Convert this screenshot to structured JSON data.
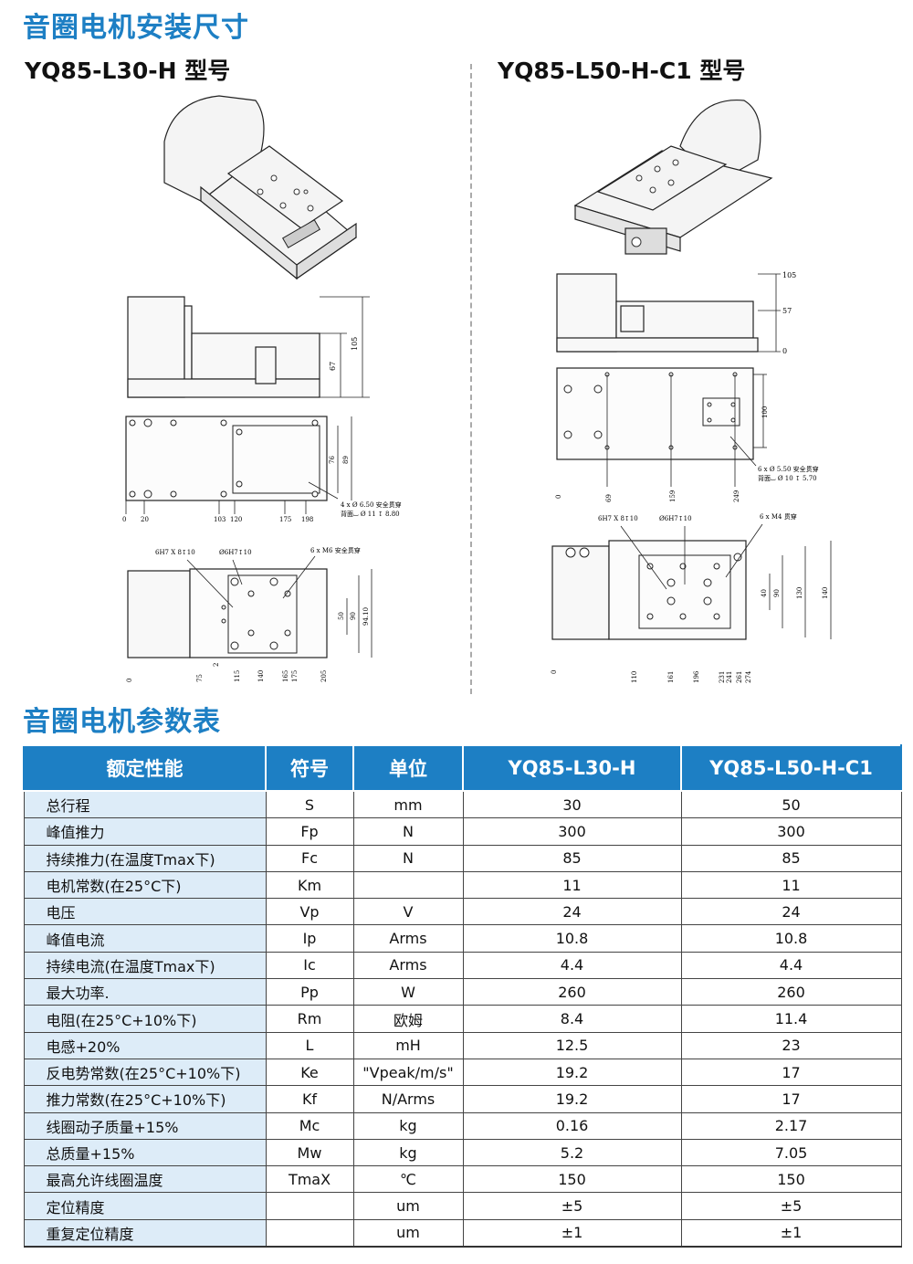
{
  "section_install": "音圈电机安装尺寸",
  "models": {
    "left_title": "YQ85-L30-H  型号",
    "right_title": "YQ85-L50-H-C1 型号"
  },
  "drawings_left": {
    "side_dims": [
      "105",
      "67"
    ],
    "top_dims": [
      "76",
      "89"
    ],
    "top_ticks": [
      "0",
      "20",
      "103",
      "120",
      "175",
      "198"
    ],
    "top_note1": "4 x Ø 6.50 安全贯穿",
    "top_note2": "背面⌴ Ø 11 ↧ 8.80",
    "bottom_note_a": "6H7 X 8↧10",
    "bottom_note_b": "Ø6H7↧10",
    "bottom_note_c": "6 x M6 安全贯穿",
    "bottom_dims": [
      "50",
      "90",
      "94.10"
    ],
    "bottom_ticks": [
      "0",
      "75",
      "2",
      "115",
      "140",
      "165",
      "175",
      "205"
    ]
  },
  "drawings_right": {
    "side_dims": [
      "105",
      "57",
      "0"
    ],
    "top_dims": [
      "100"
    ],
    "top_ticks": [
      "0",
      "69",
      "159",
      "249"
    ],
    "top_note1": "6 x Ø 5.50 安全贯穿",
    "top_note2": "背面⌴ Ø 10 ↧ 5.70",
    "bottom_note_a": "6H7 X 8↧10",
    "bottom_note_b": "Ø6H7↧10",
    "bottom_note_c": "6 x M4 贯穿",
    "bottom_dims": [
      "40",
      "90",
      "130",
      "140"
    ],
    "bottom_ticks": [
      "0",
      "110",
      "161",
      "196",
      "231",
      "241",
      "261",
      "274"
    ]
  },
  "section_params": "音圈电机参数表",
  "table": {
    "headers": [
      "额定性能",
      "符号",
      "单位",
      "YQ85-L30-H",
      "YQ85-L50-H-C1"
    ],
    "rows": [
      [
        "总行程",
        "S",
        "mm",
        "30",
        "50"
      ],
      [
        "峰值推力",
        "Fp",
        "N",
        "300",
        "300"
      ],
      [
        "持续推力(在温度Tmax下)",
        "Fc",
        "N",
        "85",
        "85"
      ],
      [
        "电机常数(在25°C下)",
        "Km",
        "",
        "11",
        "11"
      ],
      [
        "电压",
        "Vp",
        "V",
        "24",
        "24"
      ],
      [
        "峰值电流",
        "Ip",
        "Arms",
        "10.8",
        "10.8"
      ],
      [
        "持续电流(在温度Tmax下)",
        "Ic",
        "Arms",
        "4.4",
        "4.4"
      ],
      [
        "最大功率.",
        "Pp",
        "W",
        "260",
        "260"
      ],
      [
        "电阻(在25°C+10%下)",
        "Rm",
        "欧姆",
        "8.4",
        "11.4"
      ],
      [
        "电感+20%",
        "L",
        "mH",
        "12.5",
        "23"
      ],
      [
        "反电势常数(在25°C+10%下)",
        "Ke",
        "\"Vpeak/m/s\"",
        "19.2",
        "17"
      ],
      [
        "推力常数(在25°C+10%下)",
        "Kf",
        "N/Arms",
        "19.2",
        "17"
      ],
      [
        "线圈动子质量+15%",
        "Mc",
        "kg",
        "0.16",
        "2.17"
      ],
      [
        "总质量+15%",
        "Mw",
        "kg",
        "5.2",
        "7.05"
      ],
      [
        "最高允许线圈温度",
        "TmaX",
        "℃",
        "150",
        "150"
      ],
      [
        "定位精度",
        "",
        "um",
        "±5",
        "±5"
      ],
      [
        "重复定位精度",
        "",
        "um",
        "±1",
        "±1"
      ]
    ]
  }
}
